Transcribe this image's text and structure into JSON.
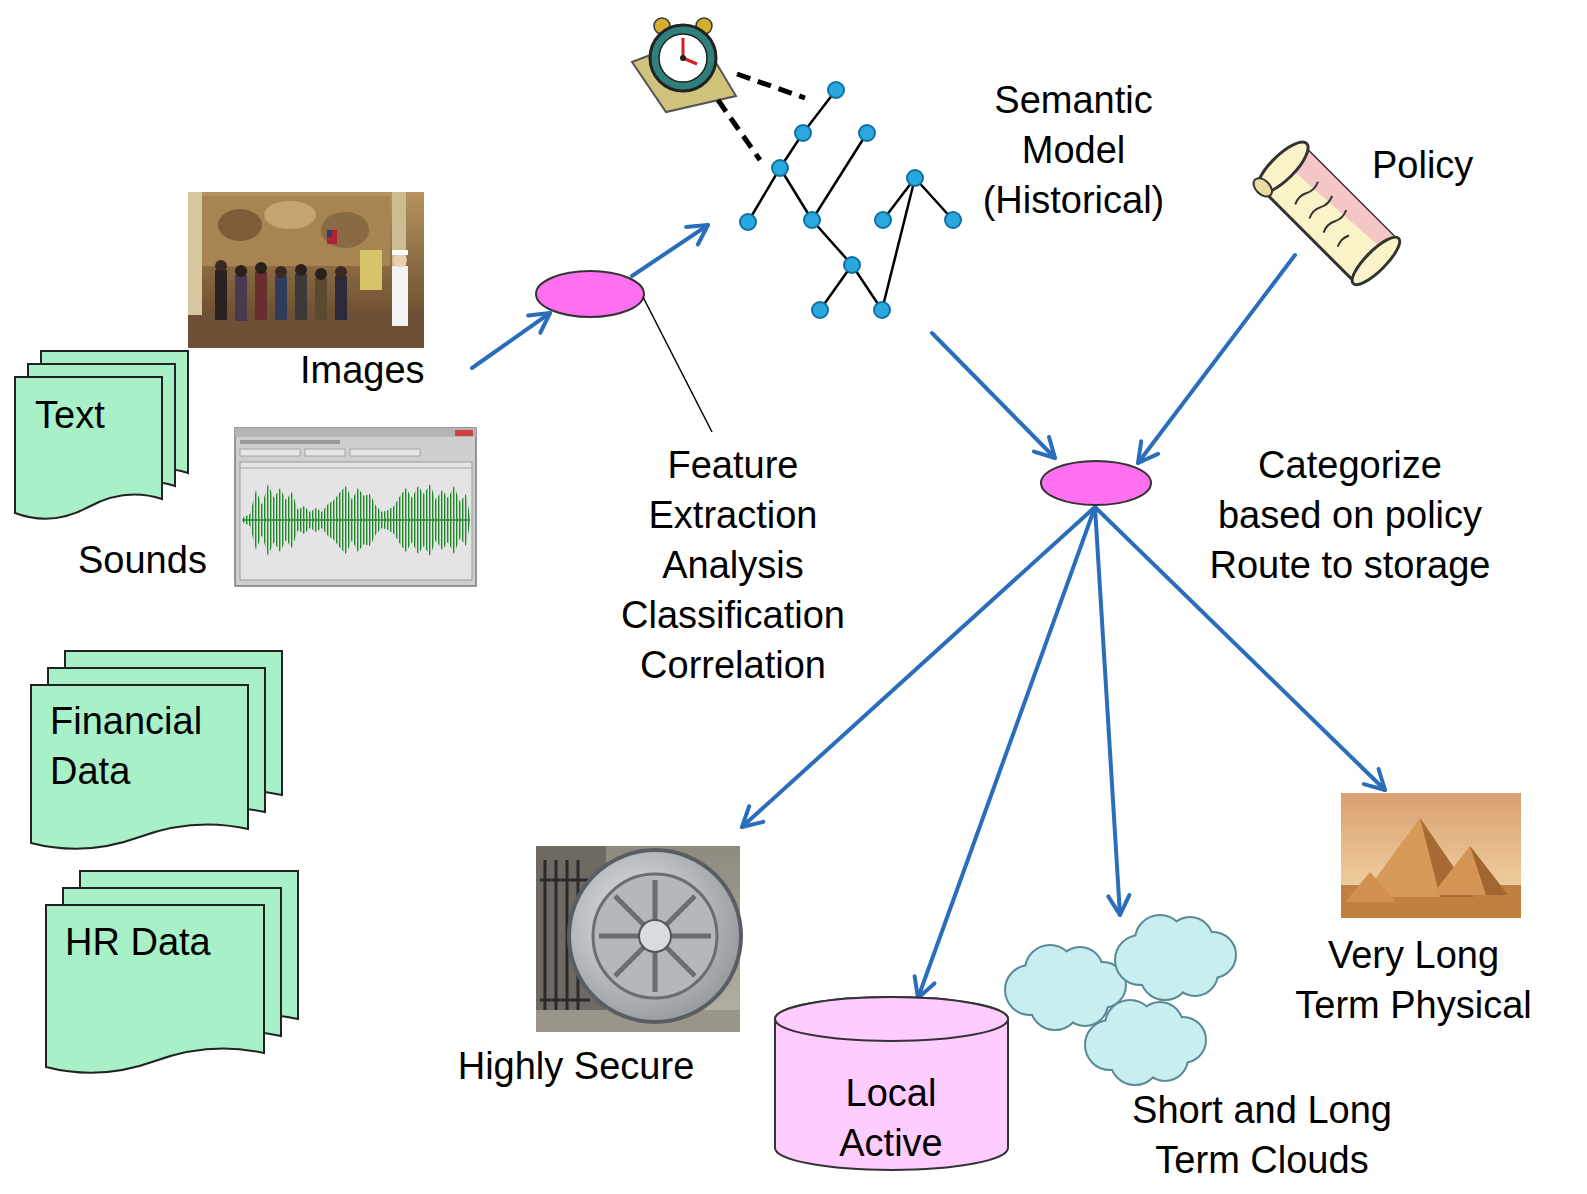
{
  "diagram": {
    "nodes": [
      {
        "text": [
          "Images"
        ]
      },
      {
        "text": [
          "Text"
        ]
      },
      {
        "text": [
          "Sounds"
        ]
      },
      {
        "text": [
          "Financial Data"
        ]
      },
      {
        "text": [
          "HR Data"
        ]
      },
      {
        "text": [
          "Feature Extraction Analysis Classification Correlation"
        ]
      },
      {
        "text": [
          "Semantic Model (Historical)"
        ]
      },
      {
        "text": [
          "Policy"
        ]
      },
      {
        "text": [
          "Categorize based on policy Route to storage"
        ]
      },
      {
        "text": [
          "Highly Secure"
        ]
      },
      {
        "text": [
          "Local Active"
        ]
      },
      {
        "text": [
          "Short and Long Term Clouds"
        ]
      },
      {
        "text": [
          "Very Long Term Physical"
        ]
      }
    ],
    "edges": [
      {
        "from": 0,
        "to": 5,
        "arrow": "to"
      },
      {
        "from": 5,
        "to": 6,
        "arrow": "to"
      },
      {
        "from": 6,
        "to": 8,
        "arrow": "to"
      },
      {
        "from": 7,
        "to": 8,
        "arrow": "to"
      },
      {
        "from": 8,
        "to": 9,
        "arrow": "to"
      },
      {
        "from": 8,
        "to": 10,
        "arrow": "to"
      },
      {
        "from": 8,
        "to": 11,
        "arrow": "to"
      },
      {
        "from": 8,
        "to": 12,
        "arrow": "to"
      }
    ]
  }
}
